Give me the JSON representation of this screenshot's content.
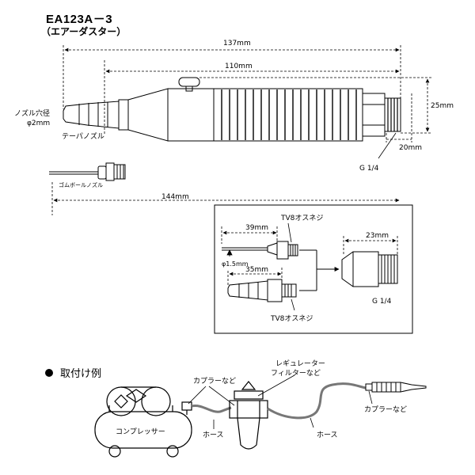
{
  "header": {
    "model": "EA123A－3",
    "subtitle": "（エアーダスター）"
  },
  "dimensions": {
    "overall_length": "137mm",
    "body_length": "110mm",
    "height": "25mm",
    "fitting_length": "20mm",
    "rubber_extension": "144mm",
    "thread": "G 1/4"
  },
  "labels": {
    "nozzle_diameter_line1": "ノズル穴径",
    "nozzle_diameter_line2": "φ2mm",
    "taper_nozzle": "テーパノズル",
    "rubber_nozzle": "ゴムボールノズル"
  },
  "inset": {
    "screw_top": "TV8オスネジ",
    "len_39": "39mm",
    "dia_15": "φ1.5mm",
    "len_35": "35mm",
    "screw_bottom": "TV8オスネジ",
    "len_23": "23mm",
    "thread": "G 1/4"
  },
  "install": {
    "bullet": "●",
    "title": "取付け例",
    "coupler_1": "カプラーなど",
    "regulator_line1": "レギュレーター",
    "regulator_line2": "フィルターなど",
    "compressor": "コンプレッサー",
    "hose_1": "ホース",
    "hose_2": "ホース",
    "coupler_2": "カプラーなど"
  }
}
